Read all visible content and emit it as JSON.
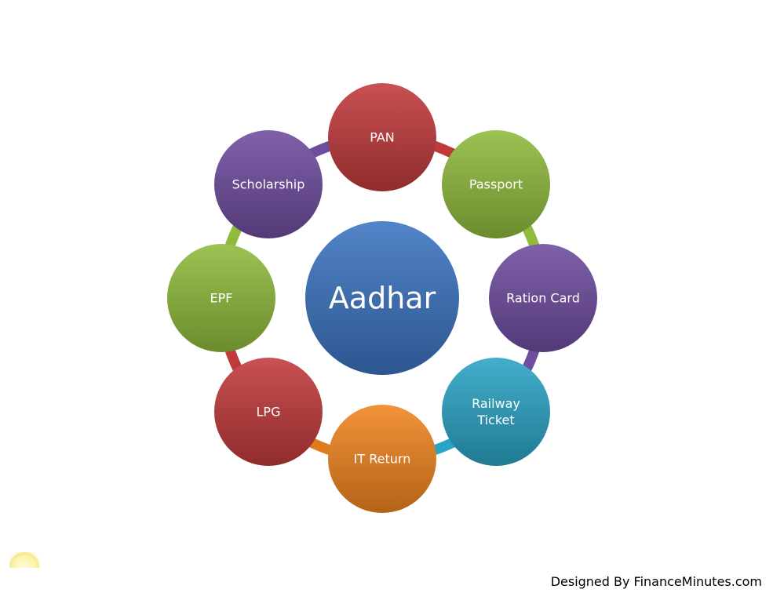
{
  "diagram": {
    "center": {
      "label": "Aadhar",
      "color": "#3a73c0"
    },
    "nodes": [
      {
        "id": "pan",
        "label": [
          "PAN"
        ],
        "color": "#c0393b",
        "ring": "#c0393b"
      },
      {
        "id": "passport",
        "label": [
          "Passport"
        ],
        "color": "#8fba3c",
        "ring": "#8fba3c"
      },
      {
        "id": "ration-card",
        "label": [
          "Ration Card"
        ],
        "color": "#6e4c9e",
        "ring": "#6e4c9e"
      },
      {
        "id": "railway-ticket",
        "label": [
          "Railway",
          "Ticket"
        ],
        "color": "#2ba3c4",
        "ring": "#2ba3c4"
      },
      {
        "id": "it-return",
        "label": [
          "IT Return"
        ],
        "color": "#f0841f",
        "ring": "#e07a1c"
      },
      {
        "id": "lpg",
        "label": [
          "LPG"
        ],
        "color": "#c0393b",
        "ring": "#c0393b"
      },
      {
        "id": "epf",
        "label": [
          "EPF"
        ],
        "color": "#8fba3c",
        "ring": "#8fba3c"
      },
      {
        "id": "scholarship",
        "label": [
          "Scholarship"
        ],
        "color": "#6e4c9e",
        "ring": "#6e4c9e"
      }
    ]
  },
  "footer": {
    "credit": "Designed By FinanceMinutes.com"
  }
}
